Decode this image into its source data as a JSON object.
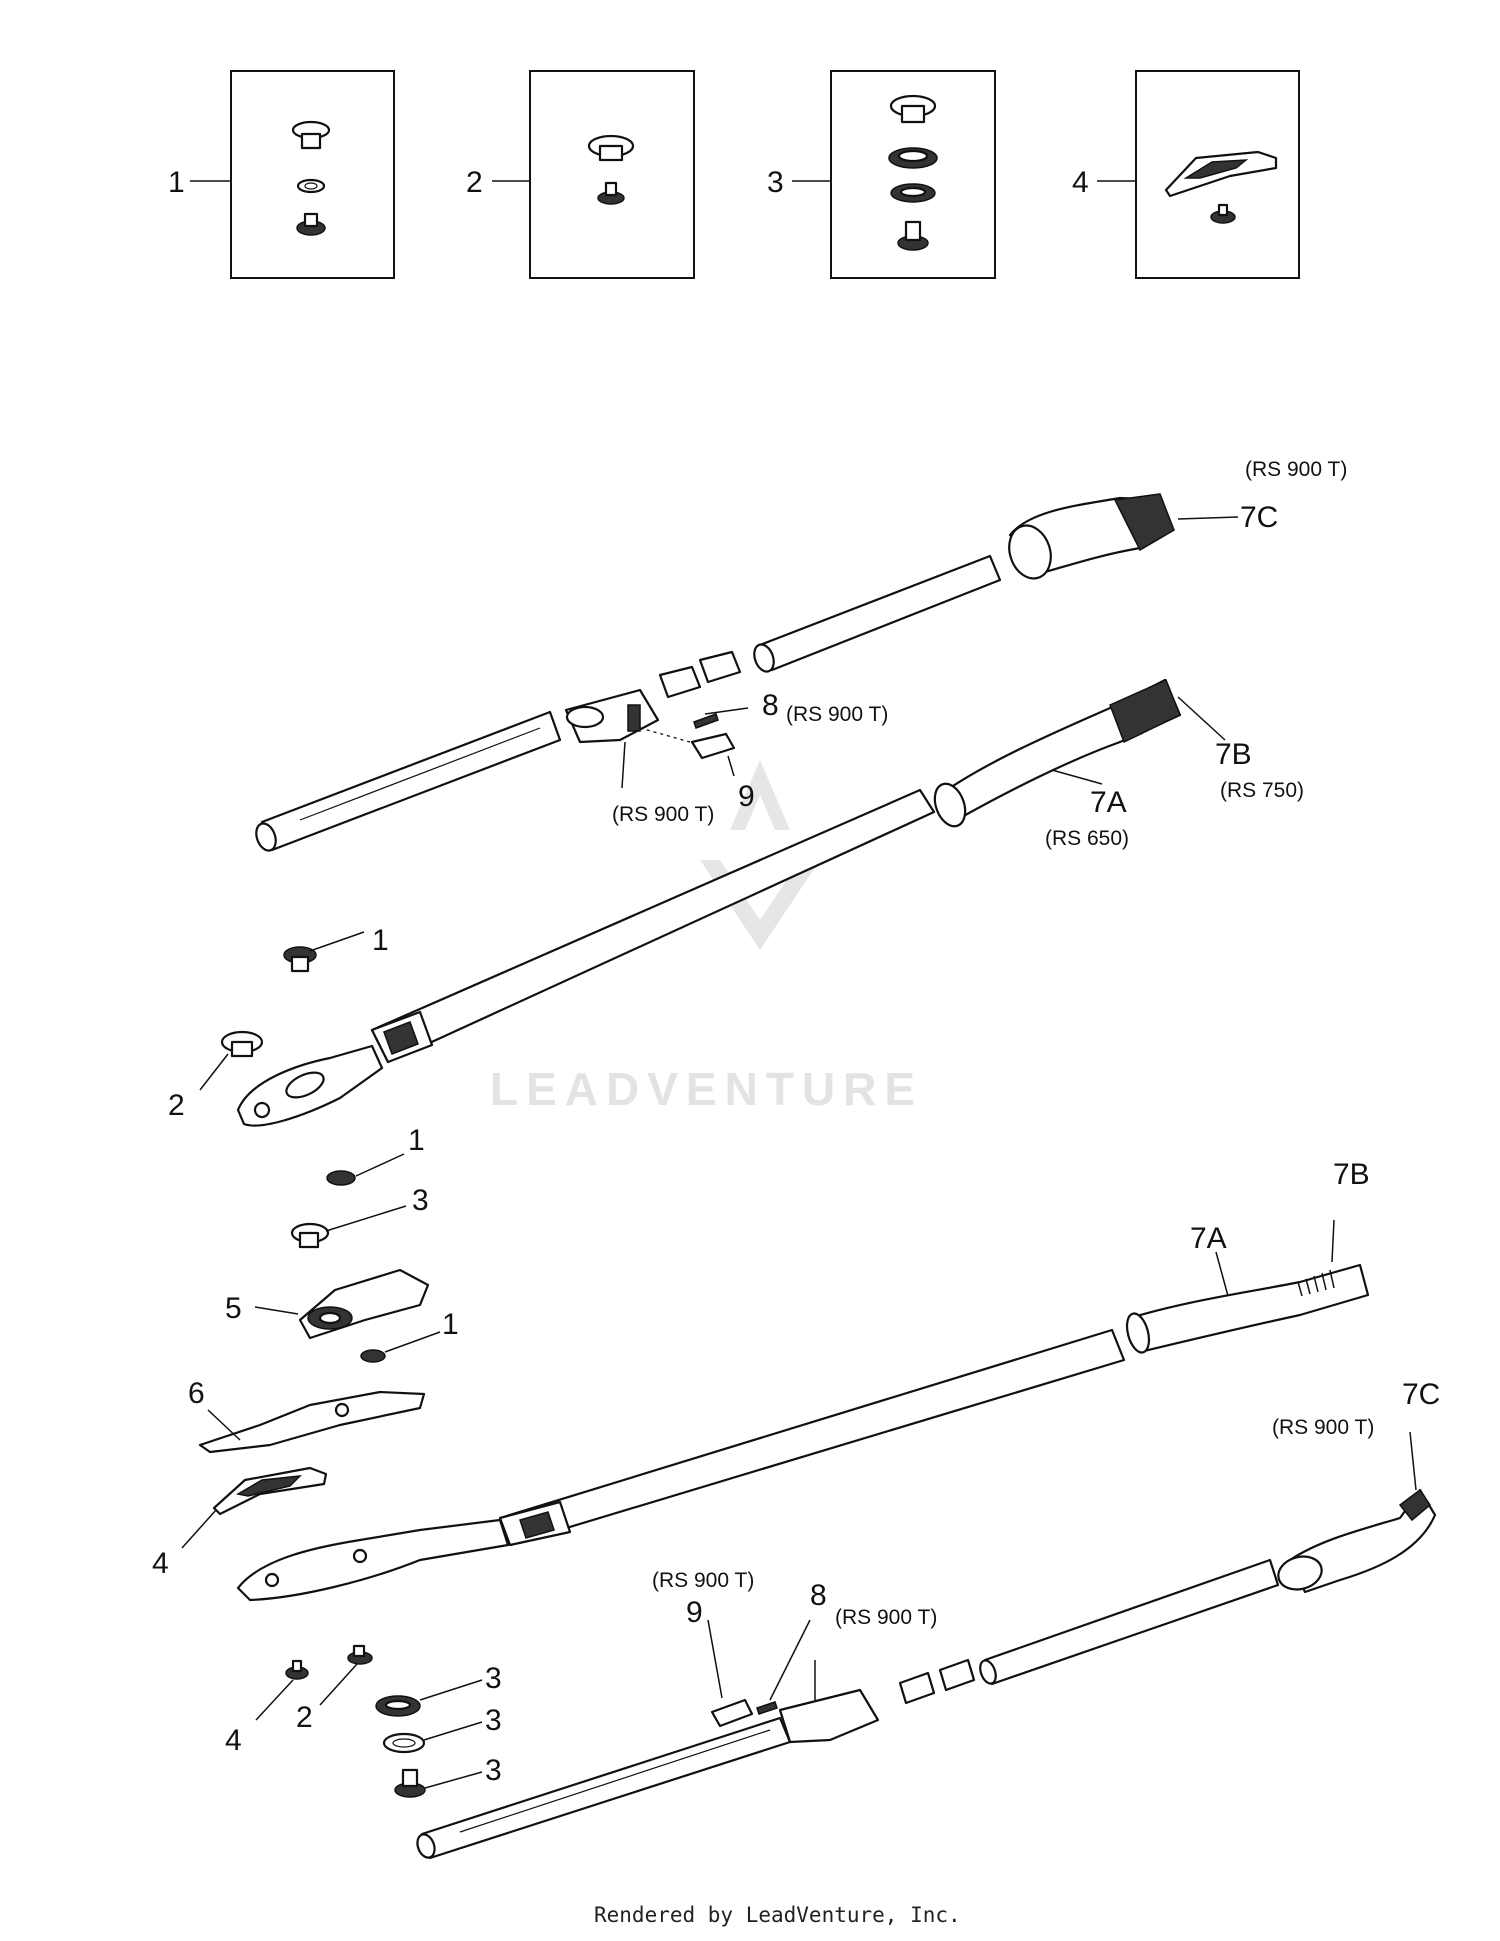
{
  "kit_boxes": [
    {
      "callout": "1"
    },
    {
      "callout": "2"
    },
    {
      "callout": "3"
    },
    {
      "callout": "4"
    }
  ],
  "labels": {
    "upper_7c": "7C",
    "upper_7c_model": "(RS 900 T)",
    "upper_8": "8",
    "upper_8_model": "(RS 900 T)",
    "upper_9": "9",
    "upper_pin_model": "(RS 900 T)",
    "upper_7b": "7B",
    "upper_7b_model": "(RS 750)",
    "upper_7a": "7A",
    "upper_7a_model": "(RS 650)",
    "upper_1": "1",
    "upper_2": "2",
    "mid_1a": "1",
    "mid_3": "3",
    "mid_5": "5",
    "mid_1b": "1",
    "mid_6": "6",
    "mid_4": "4",
    "lower_7a": "7A",
    "lower_7b": "7B",
    "lower_7c": "7C",
    "lower_7c_model": "(RS 900 T)",
    "lower_9_model": "(RS 900 T)",
    "lower_9": "9",
    "lower_8": "8",
    "lower_8_model": "(RS 900 T)",
    "bottom_4": "4",
    "bottom_2": "2",
    "bottom_3a": "3",
    "bottom_3b": "3",
    "bottom_3c": "3"
  },
  "watermark": "LEADVENTURE",
  "footer": "Rendered by LeadVenture, Inc."
}
